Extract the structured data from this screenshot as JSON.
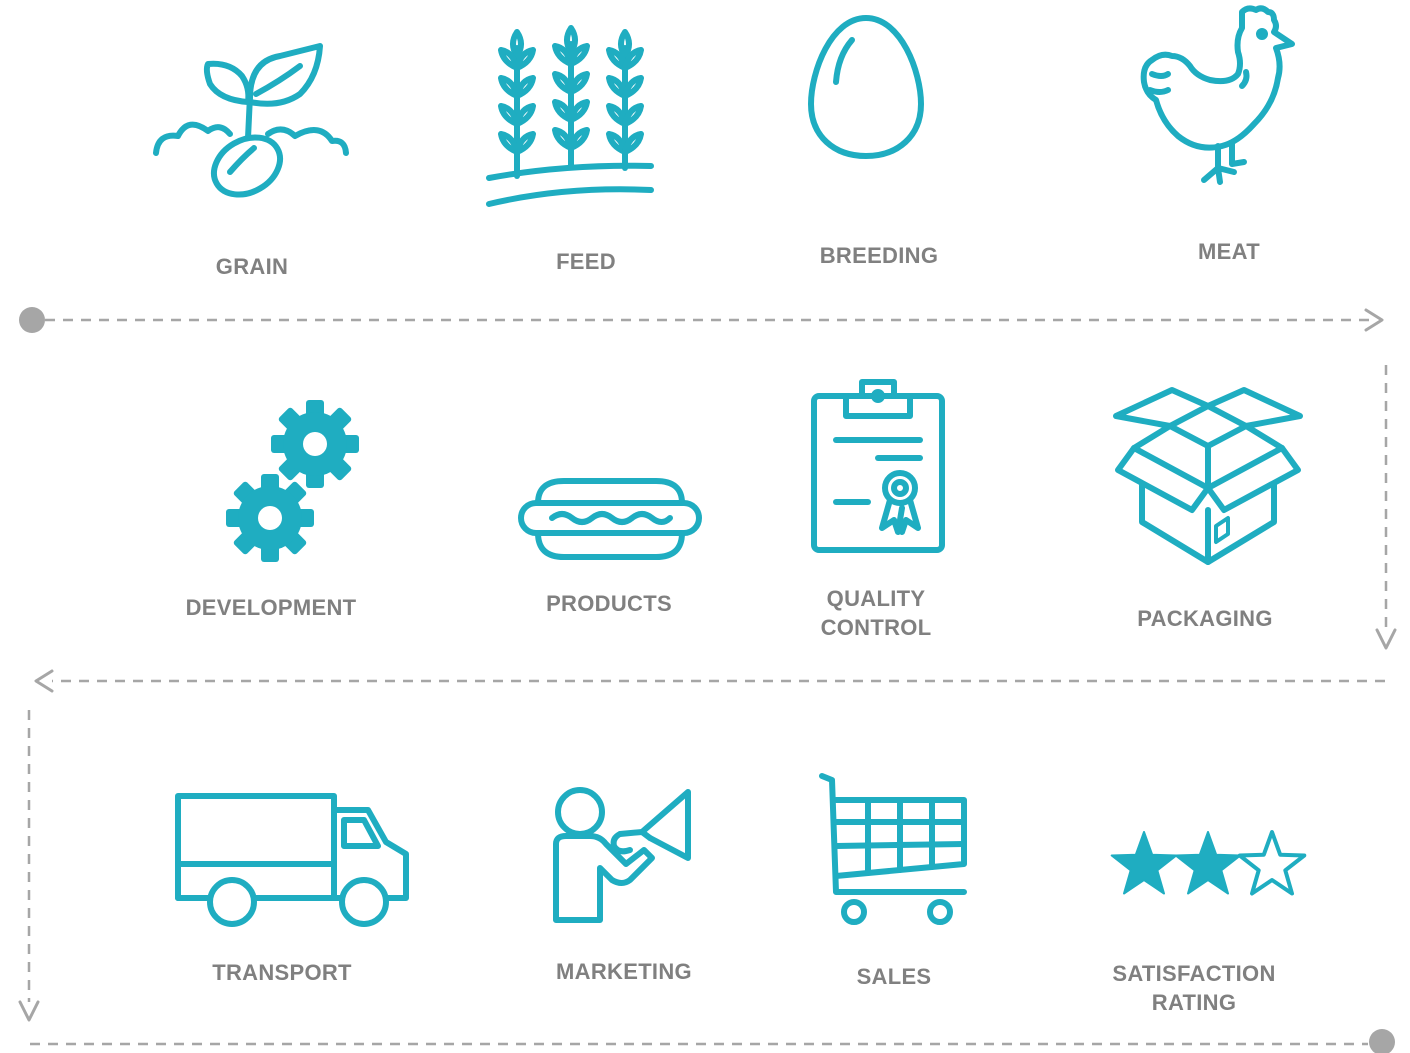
{
  "colors": {
    "icon": "#1fadc1",
    "label": "#808080",
    "flow_line": "#a6a6a6"
  },
  "rows": [
    {
      "steps": [
        {
          "label": [
            "GRAIN"
          ],
          "icon": "sprouting-seed-icon"
        },
        {
          "label": [
            "FEED"
          ],
          "icon": "wheat-field-icon"
        },
        {
          "label": [
            "BREEDING"
          ],
          "icon": "egg-icon"
        },
        {
          "label": [
            "MEAT"
          ],
          "icon": "chicken-icon"
        }
      ]
    },
    {
      "steps": [
        {
          "label": [
            "DEVELOPMENT"
          ],
          "icon": "gears-icon"
        },
        {
          "label": [
            "PRODUCTS"
          ],
          "icon": "hot-dog-icon"
        },
        {
          "label": [
            "QUALITY",
            "CONTROL"
          ],
          "icon": "clipboard-certificate-icon"
        },
        {
          "label": [
            "PACKAGING"
          ],
          "icon": "open-box-icon"
        }
      ]
    },
    {
      "steps": [
        {
          "label": [
            "TRANSPORT"
          ],
          "icon": "truck-icon"
        },
        {
          "label": [
            "MARKETING"
          ],
          "icon": "person-megaphone-icon"
        },
        {
          "label": [
            "SALES"
          ],
          "icon": "shopping-cart-icon"
        },
        {
          "label": [
            "SATISFACTION",
            "RATING"
          ],
          "icon": "three-star-rating-icon",
          "rating": {
            "filled": 2,
            "total": 3
          }
        }
      ]
    }
  ]
}
